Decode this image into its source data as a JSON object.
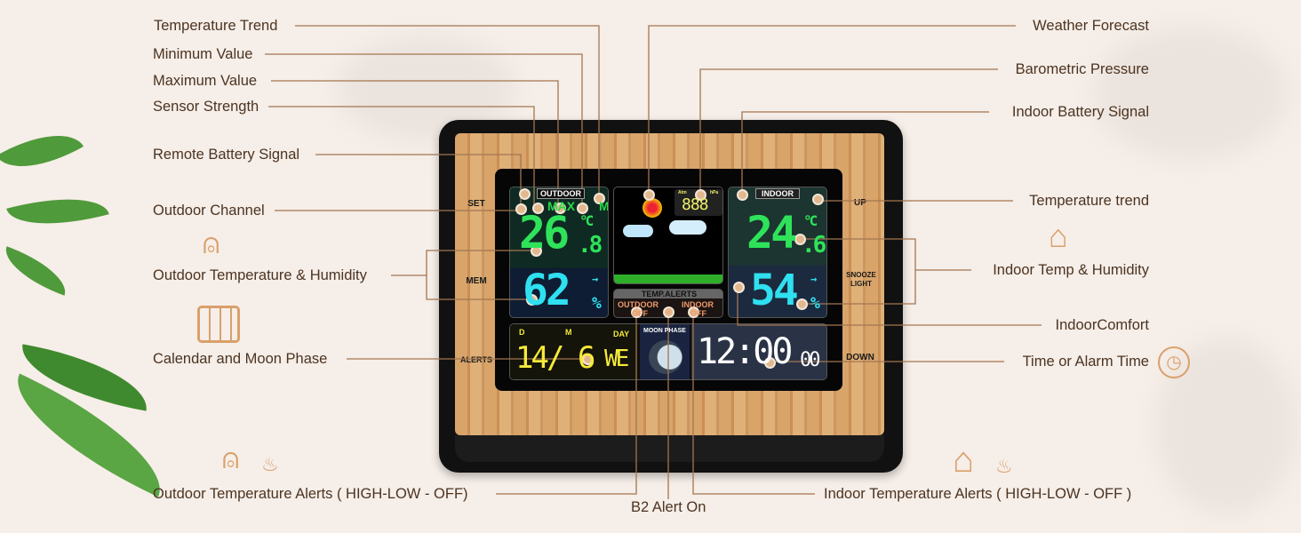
{
  "labels_left": {
    "temperature_trend": "Temperature Trend",
    "minimum_value": "Minimum Value",
    "maximum_value": "Maximum Value",
    "sensor_strength": "Sensor Strength",
    "remote_battery": "Remote Battery Signal",
    "outdoor_channel": "Outdoor Channel",
    "outdoor_temp_humidity": "Outdoor Temperature & Humidity",
    "calendar_moon": "Calendar and Moon Phase",
    "outdoor_alerts": "Outdoor Temperature Alerts ( HIGH-LOW - OFF)"
  },
  "labels_right": {
    "weather_forecast": "Weather Forecast",
    "barometric_pressure": "Barometric Pressure",
    "indoor_battery": "Indoor Battery Signal",
    "temperature_trend": "Temperature trend",
    "indoor_temp_humidity": "Indoor Temp & Humidity",
    "indoor_comfort": "IndoorComfort",
    "time_alarm": "Time or Alarm Time",
    "indoor_alerts": "Indoor Temperature Alerts ( HIGH-LOW - OFF )"
  },
  "label_bottom": {
    "b2_alert": "B2 Alert On"
  },
  "device": {
    "buttons": {
      "set": "SET",
      "mem": "MEM",
      "alerts": "ALERTS",
      "up": "UP",
      "snooze": "SNOOZE",
      "light": "LIGHT",
      "down": "DOWN"
    },
    "outdoor": {
      "tag": "OUTDOOR",
      "max": "MAX",
      "min": "MIN",
      "temp": "26",
      "temp_dec": ".8",
      "unit": "°C",
      "humidity": "62",
      "pct": "%"
    },
    "indoor": {
      "tag": "INDOOR",
      "temp": "24",
      "temp_dec": ".6",
      "unit": "°C",
      "humidity": "54",
      "pct": "%"
    },
    "pressure": {
      "atm": "Atm",
      "hpa": "hPa",
      "value": "888"
    },
    "alerts": {
      "title": "TEMP.ALERTS",
      "outdoor": "OUTDOOR",
      "outdoor_state": "OFF",
      "indoor": "INDOOR",
      "indoor_state": "OFF"
    },
    "calendar": {
      "d": "D",
      "m": "M",
      "day": "DAY",
      "date": "14/ 6",
      "weekday": "WE"
    },
    "moon": {
      "title": "MOON PHASE"
    },
    "clock": {
      "time": "12:00",
      "seconds": "00"
    }
  },
  "colors": {
    "text": "#4b3422",
    "line": "#a27650",
    "accent": "#d9a06a"
  }
}
